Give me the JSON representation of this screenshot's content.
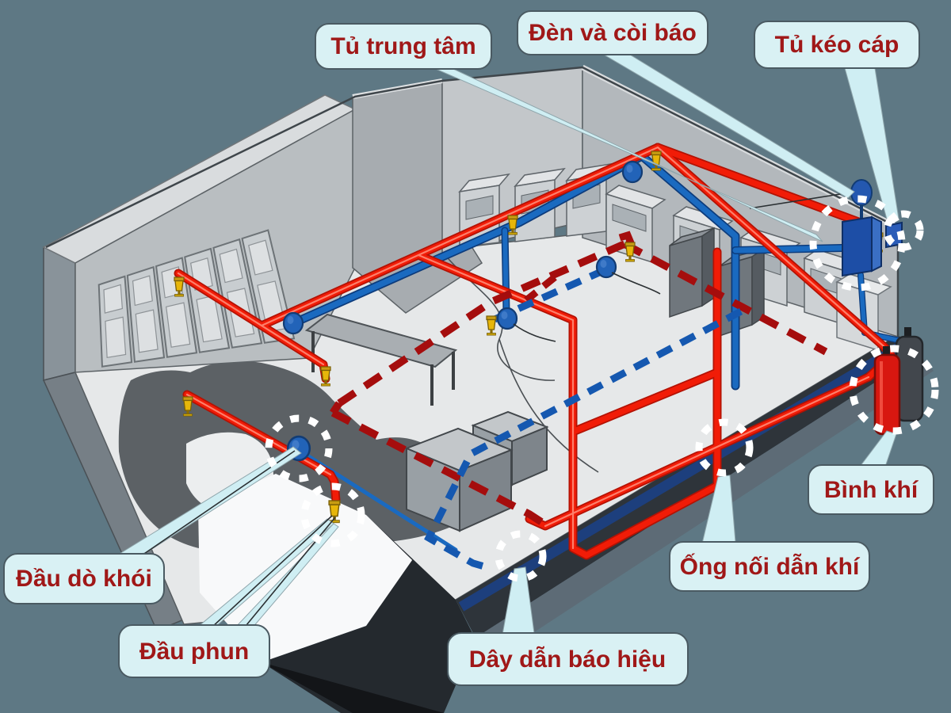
{
  "diagram": {
    "type": "isometric-cutaway",
    "subject": "fire-alarm-and-gas-suppression-system-room",
    "language": "vi"
  },
  "labels": {
    "tu_trung_tam": "Tủ trung tâm",
    "den_va_coi_bao": "Đèn và còi báo",
    "tu_keo_cap": "Tủ kéo cáp",
    "binh_khi": "Bình khí",
    "ong_noi_dan_khi": "Ống nối dẫn khí",
    "day_dan_bao_hieu": "Dây dẫn báo hiệu",
    "dau_phun": "Đầu phun",
    "dau_do_khoi": "Đầu dò khói"
  },
  "components": [
    {
      "icon": "control-cabinet-icon",
      "label_key": "tu_trung_tam"
    },
    {
      "icon": "alarm-bell-icon",
      "label_key": "den_va_coi_bao"
    },
    {
      "icon": "cable-panel-icon",
      "label_key": "tu_keo_cap"
    },
    {
      "icon": "gas-cylinder-icon",
      "label_key": "binh_khi"
    },
    {
      "icon": "gas-pipe-icon",
      "label_key": "ong_noi_dan_khi"
    },
    {
      "icon": "signal-wire-icon",
      "label_key": "day_dan_bao_hieu"
    },
    {
      "icon": "sprinkler-nozzle-icon",
      "label_key": "dau_phun"
    },
    {
      "icon": "smoke-detector-icon",
      "label_key": "dau_do_khoi"
    }
  ],
  "colors": {
    "background": "#5e7884",
    "pipe_red": "#f11c07",
    "pipe_red_dark": "#b31204",
    "pipe_blue": "#1a6ac0",
    "wire_red_dashed": "#a50d0d",
    "wire_blue_dashed": "#1558b0",
    "bubble_fill": "#d9f1f4",
    "bubble_border": "#4a5a62",
    "bubble_text": "#a01818",
    "highlight_circle": "#ffffff",
    "sprinkler": "#e7b60a",
    "detector_dome": "#2263b8",
    "cylinder_red": "#d81710",
    "cylinder_gray": "#42474d",
    "cabinet_blue": "#1d4ea6"
  }
}
